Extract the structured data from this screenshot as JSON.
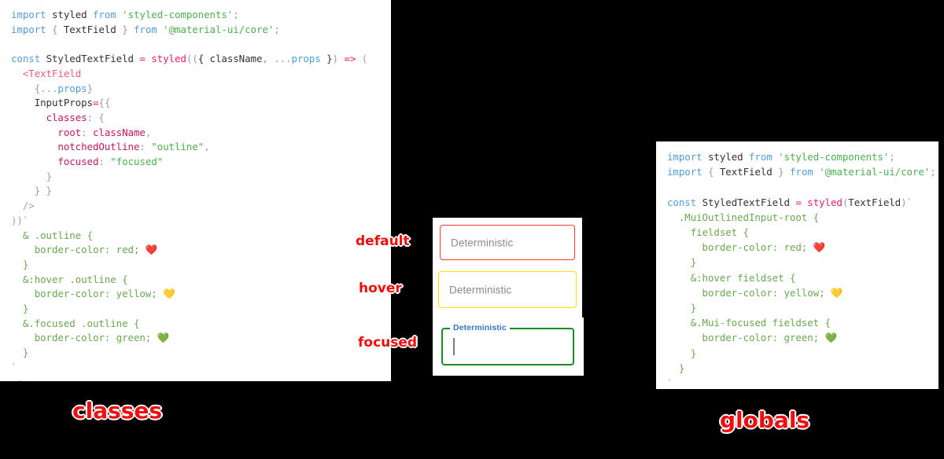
{
  "background_color": "#000000",
  "panels": {
    "classes": {
      "caption": "classes",
      "caption_color": "#f20d0d",
      "code": "import styled from 'styled-components';\nimport { TextField } from '@material-ui/core';\n\nconst StyledTextField = styled(({ className, ...props }) => (\n  <TextField\n    {...props}\n    InputProps={{\n      classes: {\n        root: className,\n        notchedOutline: \"outline\",\n        focused: \"focused\"\n      }\n    }}\n  />\n))`\n  & .outline {\n    border-color: red; ❤️\n  }\n  &:hover .outline {\n    border-color: yellow; 💛\n  }\n  &.focused .outline {\n    border-color: green; 💚\n  }\n`;",
      "lines": [
        {
          "tokens": [
            {
              "t": "import",
              "c": "kw"
            },
            {
              "t": " ",
              "c": "plain"
            },
            {
              "t": "styled",
              "c": "plain"
            },
            {
              "t": " ",
              "c": "plain"
            },
            {
              "t": "from",
              "c": "kw"
            },
            {
              "t": " ",
              "c": "plain"
            },
            {
              "t": "'styled-components'",
              "c": "str"
            },
            {
              "t": ";",
              "c": "punc"
            }
          ]
        },
        {
          "tokens": [
            {
              "t": "import",
              "c": "kw"
            },
            {
              "t": " ",
              "c": "plain"
            },
            {
              "t": "{",
              "c": "punc"
            },
            {
              "t": " TextField ",
              "c": "plain"
            },
            {
              "t": "}",
              "c": "punc"
            },
            {
              "t": " ",
              "c": "plain"
            },
            {
              "t": "from",
              "c": "kw"
            },
            {
              "t": " ",
              "c": "plain"
            },
            {
              "t": "'@material-ui/core'",
              "c": "str"
            },
            {
              "t": ";",
              "c": "punc"
            }
          ]
        },
        {
          "tokens": []
        },
        {
          "tokens": [
            {
              "t": "const",
              "c": "kw"
            },
            {
              "t": " StyledTextField ",
              "c": "plain"
            },
            {
              "t": "=",
              "c": "op"
            },
            {
              "t": " ",
              "c": "plain"
            },
            {
              "t": "styled",
              "c": "fn"
            },
            {
              "t": "((",
              "c": "punc"
            },
            {
              "t": "{ className",
              "c": "plain"
            },
            {
              "t": ",",
              "c": "punc"
            },
            {
              "t": " ",
              "c": "plain"
            },
            {
              "t": "...",
              "c": "punc"
            },
            {
              "t": "props",
              "c": "var"
            },
            {
              "t": " }",
              "c": "plain"
            },
            {
              "t": ")",
              "c": "punc"
            },
            {
              "t": " ",
              "c": "plain"
            },
            {
              "t": "=>",
              "c": "op"
            },
            {
              "t": " ",
              "c": "plain"
            },
            {
              "t": "(",
              "c": "punc"
            }
          ]
        },
        {
          "tokens": [
            {
              "t": "  ",
              "c": "plain"
            },
            {
              "t": "<TextField",
              "c": "tag"
            }
          ]
        },
        {
          "tokens": [
            {
              "t": "    ",
              "c": "plain"
            },
            {
              "t": "{",
              "c": "punc"
            },
            {
              "t": "...",
              "c": "punc"
            },
            {
              "t": "props",
              "c": "var"
            },
            {
              "t": "}",
              "c": "punc"
            }
          ]
        },
        {
          "tokens": [
            {
              "t": "    ",
              "c": "plain"
            },
            {
              "t": "InputProps",
              "c": "plain"
            },
            {
              "t": "=",
              "c": "op"
            },
            {
              "t": "{{",
              "c": "punc"
            }
          ]
        },
        {
          "tokens": [
            {
              "t": "      ",
              "c": "plain"
            },
            {
              "t": "classes",
              "c": "prop"
            },
            {
              "t": ":",
              "c": "punc"
            },
            {
              "t": " ",
              "c": "plain"
            },
            {
              "t": "{",
              "c": "punc"
            }
          ]
        },
        {
          "tokens": [
            {
              "t": "        ",
              "c": "plain"
            },
            {
              "t": "root",
              "c": "prop"
            },
            {
              "t": ":",
              "c": "punc"
            },
            {
              "t": " ",
              "c": "plain"
            },
            {
              "t": "className",
              "c": "prop"
            },
            {
              "t": ",",
              "c": "punc"
            }
          ]
        },
        {
          "tokens": [
            {
              "t": "        ",
              "c": "plain"
            },
            {
              "t": "notchedOutline",
              "c": "prop"
            },
            {
              "t": ":",
              "c": "punc"
            },
            {
              "t": " ",
              "c": "plain"
            },
            {
              "t": "\"outline\"",
              "c": "str"
            },
            {
              "t": ",",
              "c": "punc"
            }
          ]
        },
        {
          "tokens": [
            {
              "t": "        ",
              "c": "plain"
            },
            {
              "t": "focused",
              "c": "prop"
            },
            {
              "t": ":",
              "c": "punc"
            },
            {
              "t": " ",
              "c": "plain"
            },
            {
              "t": "\"focused\"",
              "c": "str"
            }
          ]
        },
        {
          "tokens": [
            {
              "t": "      ",
              "c": "plain"
            },
            {
              "t": "}",
              "c": "punc"
            }
          ]
        },
        {
          "tokens": [
            {
              "t": "    ",
              "c": "plain"
            },
            {
              "t": "} }",
              "c": "punc"
            }
          ]
        },
        {
          "tokens": [
            {
              "t": "  ",
              "c": "plain"
            },
            {
              "t": "/>",
              "c": "punc"
            }
          ]
        },
        {
          "tokens": [
            {
              "t": "))`",
              "c": "punc"
            }
          ]
        },
        {
          "tokens": [
            {
              "t": "  & .outline {",
              "c": "css"
            }
          ]
        },
        {
          "tokens": [
            {
              "t": "    border-color: red; ❤️",
              "c": "css"
            }
          ]
        },
        {
          "tokens": [
            {
              "t": "  }",
              "c": "css"
            }
          ]
        },
        {
          "tokens": [
            {
              "t": "  &:hover .outline {",
              "c": "css"
            }
          ]
        },
        {
          "tokens": [
            {
              "t": "    border-color: yellow; 💛",
              "c": "css"
            }
          ]
        },
        {
          "tokens": [
            {
              "t": "  }",
              "c": "css"
            }
          ]
        },
        {
          "tokens": [
            {
              "t": "  &.focused .outline {",
              "c": "css"
            }
          ]
        },
        {
          "tokens": [
            {
              "t": "    border-color: green; 💚",
              "c": "css"
            }
          ]
        },
        {
          "tokens": [
            {
              "t": "  }",
              "c": "css"
            }
          ]
        },
        {
          "tokens": [
            {
              "t": "`",
              "c": "punc"
            }
          ]
        },
        {
          "tokens": [
            {
              "t": " ;",
              "c": "punc"
            }
          ]
        }
      ]
    },
    "globals": {
      "caption": "globals",
      "caption_color": "#f20d0d",
      "code": "import styled from 'styled-components';\nimport { TextField } from '@material-ui/core';\n\nconst StyledTextField = styled(TextField)`\n  .MuiOutlinedInput-root {\n    fieldset {\n      border-color: red; ❤️\n    }\n    &:hover fieldset {\n      border-color: yellow; 💛\n    }\n    &.Mui-focused fieldset {\n      border-color: green; 💚\n    }\n  }\n`;",
      "lines": [
        {
          "tokens": [
            {
              "t": "import",
              "c": "kw"
            },
            {
              "t": " ",
              "c": "plain"
            },
            {
              "t": "styled",
              "c": "plain"
            },
            {
              "t": " ",
              "c": "plain"
            },
            {
              "t": "from",
              "c": "kw"
            },
            {
              "t": " ",
              "c": "plain"
            },
            {
              "t": "'styled-components'",
              "c": "str"
            },
            {
              "t": ";",
              "c": "punc"
            }
          ]
        },
        {
          "tokens": [
            {
              "t": "import",
              "c": "kw"
            },
            {
              "t": " ",
              "c": "plain"
            },
            {
              "t": "{",
              "c": "punc"
            },
            {
              "t": " TextField ",
              "c": "plain"
            },
            {
              "t": "}",
              "c": "punc"
            },
            {
              "t": " ",
              "c": "plain"
            },
            {
              "t": "from",
              "c": "kw"
            },
            {
              "t": " ",
              "c": "plain"
            },
            {
              "t": "'@material-ui/core'",
              "c": "str"
            },
            {
              "t": ";",
              "c": "punc"
            }
          ]
        },
        {
          "tokens": []
        },
        {
          "tokens": [
            {
              "t": "const",
              "c": "kw"
            },
            {
              "t": " StyledTextField ",
              "c": "plain"
            },
            {
              "t": "=",
              "c": "op"
            },
            {
              "t": " ",
              "c": "plain"
            },
            {
              "t": "styled",
              "c": "fn"
            },
            {
              "t": "(",
              "c": "punc"
            },
            {
              "t": "TextField",
              "c": "plain"
            },
            {
              "t": ")`",
              "c": "punc"
            }
          ]
        },
        {
          "tokens": [
            {
              "t": "  .MuiOutlinedInput-root {",
              "c": "css"
            }
          ]
        },
        {
          "tokens": [
            {
              "t": "    fieldset {",
              "c": "css"
            }
          ]
        },
        {
          "tokens": [
            {
              "t": "      border-color: red; ❤️",
              "c": "css"
            }
          ]
        },
        {
          "tokens": [
            {
              "t": "    }",
              "c": "css"
            }
          ]
        },
        {
          "tokens": [
            {
              "t": "    &:hover fieldset {",
              "c": "css"
            }
          ]
        },
        {
          "tokens": [
            {
              "t": "      border-color: yellow; 💛",
              "c": "css"
            }
          ]
        },
        {
          "tokens": [
            {
              "t": "    }",
              "c": "css"
            }
          ]
        },
        {
          "tokens": [
            {
              "t": "    &.Mui-focused fieldset {",
              "c": "css"
            }
          ]
        },
        {
          "tokens": [
            {
              "t": "      border-color: green; 💚",
              "c": "css"
            }
          ]
        },
        {
          "tokens": [
            {
              "t": "    }",
              "c": "css"
            }
          ]
        },
        {
          "tokens": [
            {
              "t": "  }",
              "c": "css"
            }
          ]
        },
        {
          "tokens": [
            {
              "t": "`",
              "c": "punc"
            }
          ]
        },
        {
          "tokens": [
            {
              "t": " ;",
              "c": "punc"
            }
          ]
        }
      ]
    }
  },
  "demo": {
    "annotations": {
      "default": "default",
      "hover": "hover",
      "focused": "focused"
    },
    "fields": [
      {
        "state": "default",
        "value": "Deterministic",
        "placeholder": "Deterministic",
        "border_color": "#ef3b36",
        "label": ""
      },
      {
        "state": "hover",
        "value": "Deterministic",
        "placeholder": "Deterministic",
        "border_color": "#f5e400",
        "label": ""
      },
      {
        "state": "focused",
        "value": "",
        "placeholder": "Deterministic",
        "border_color": "#1b8b23",
        "label": "Deterministic",
        "label_color": "#2f78c4"
      }
    ]
  }
}
